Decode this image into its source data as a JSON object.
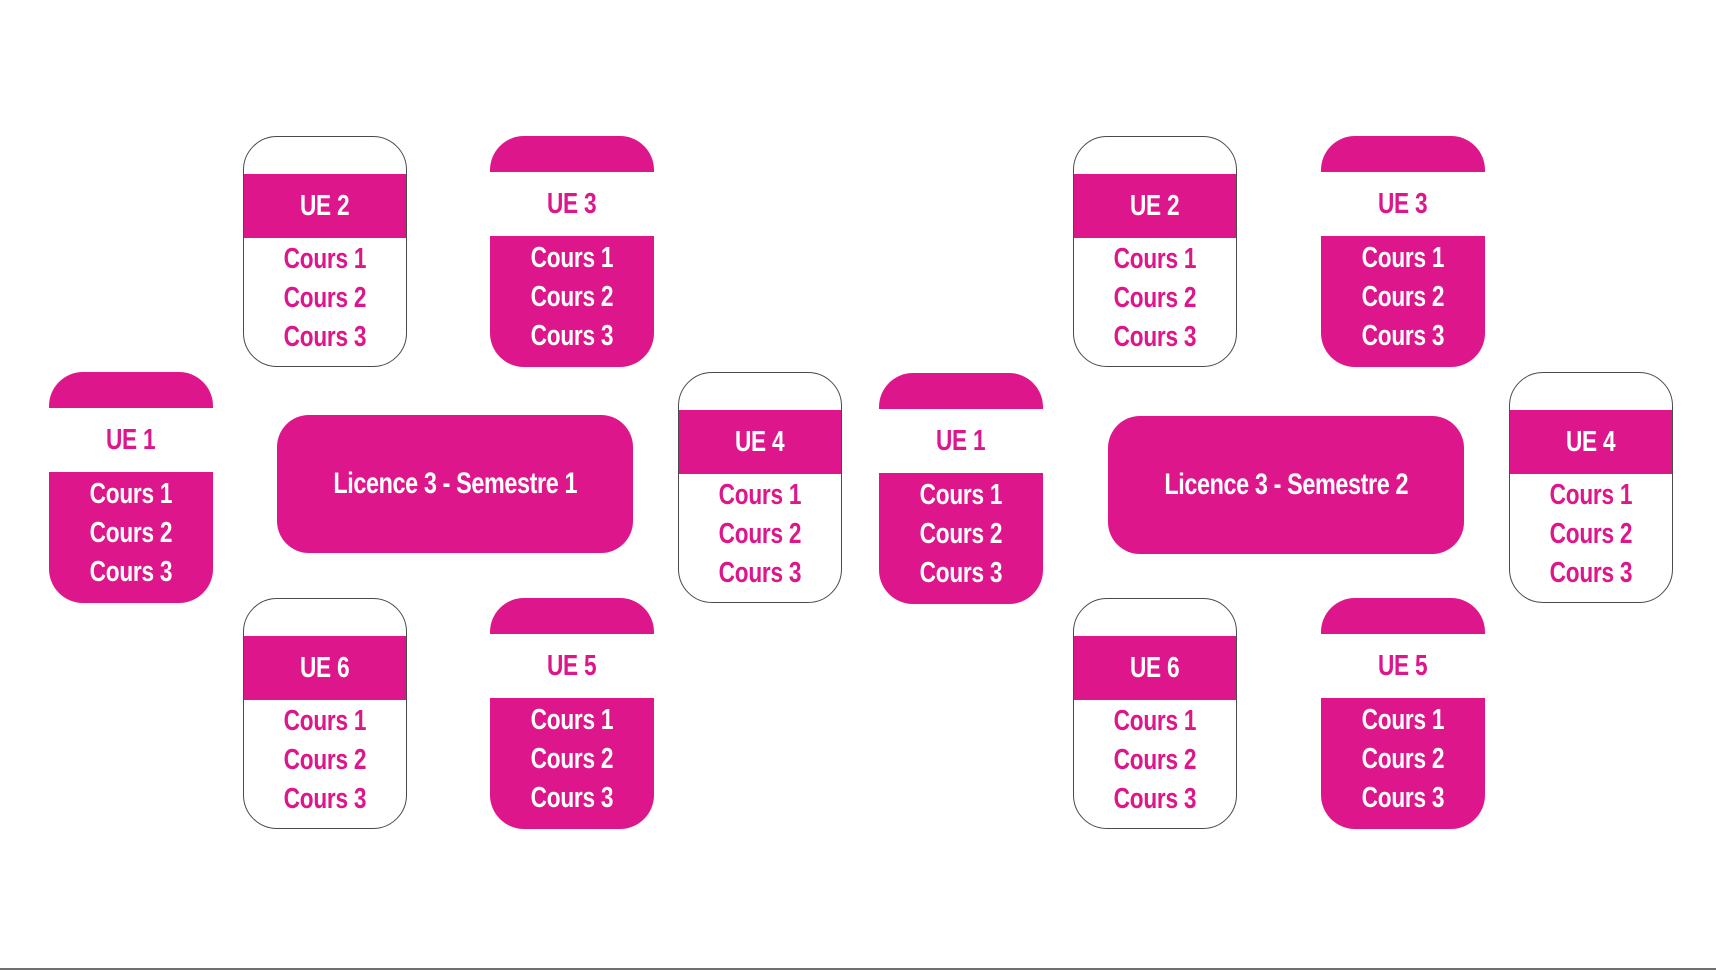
{
  "colors": {
    "accent": "#DE168C",
    "outline": "#4a4a4a",
    "background": "#ffffff"
  },
  "semesters": [
    {
      "title": "Licence 3 - Semestre 1",
      "ues": [
        {
          "label": "UE 1",
          "courses": [
            "Cours 1",
            "Cours 2",
            "Cours 3"
          ]
        },
        {
          "label": "UE 2",
          "courses": [
            "Cours 1",
            "Cours 2",
            "Cours 3"
          ]
        },
        {
          "label": "UE 3",
          "courses": [
            "Cours 1",
            "Cours 2",
            "Cours 3"
          ]
        },
        {
          "label": "UE 4",
          "courses": [
            "Cours 1",
            "Cours 2",
            "Cours 3"
          ]
        },
        {
          "label": "UE 5",
          "courses": [
            "Cours 1",
            "Cours 2",
            "Cours 3"
          ]
        },
        {
          "label": "UE 6",
          "courses": [
            "Cours 1",
            "Cours 2",
            "Cours 3"
          ]
        }
      ]
    },
    {
      "title": "Licence 3 - Semestre 2",
      "ues": [
        {
          "label": "UE 1",
          "courses": [
            "Cours 1",
            "Cours 2",
            "Cours 3"
          ]
        },
        {
          "label": "UE 2",
          "courses": [
            "Cours 1",
            "Cours 2",
            "Cours 3"
          ]
        },
        {
          "label": "UE 3",
          "courses": [
            "Cours 1",
            "Cours 2",
            "Cours 3"
          ]
        },
        {
          "label": "UE 4",
          "courses": [
            "Cours 1",
            "Cours 2",
            "Cours 3"
          ]
        },
        {
          "label": "UE 5",
          "courses": [
            "Cours 1",
            "Cours 2",
            "Cours 3"
          ]
        },
        {
          "label": "UE 6",
          "courses": [
            "Cours 1",
            "Cours 2",
            "Cours 3"
          ]
        }
      ]
    }
  ]
}
